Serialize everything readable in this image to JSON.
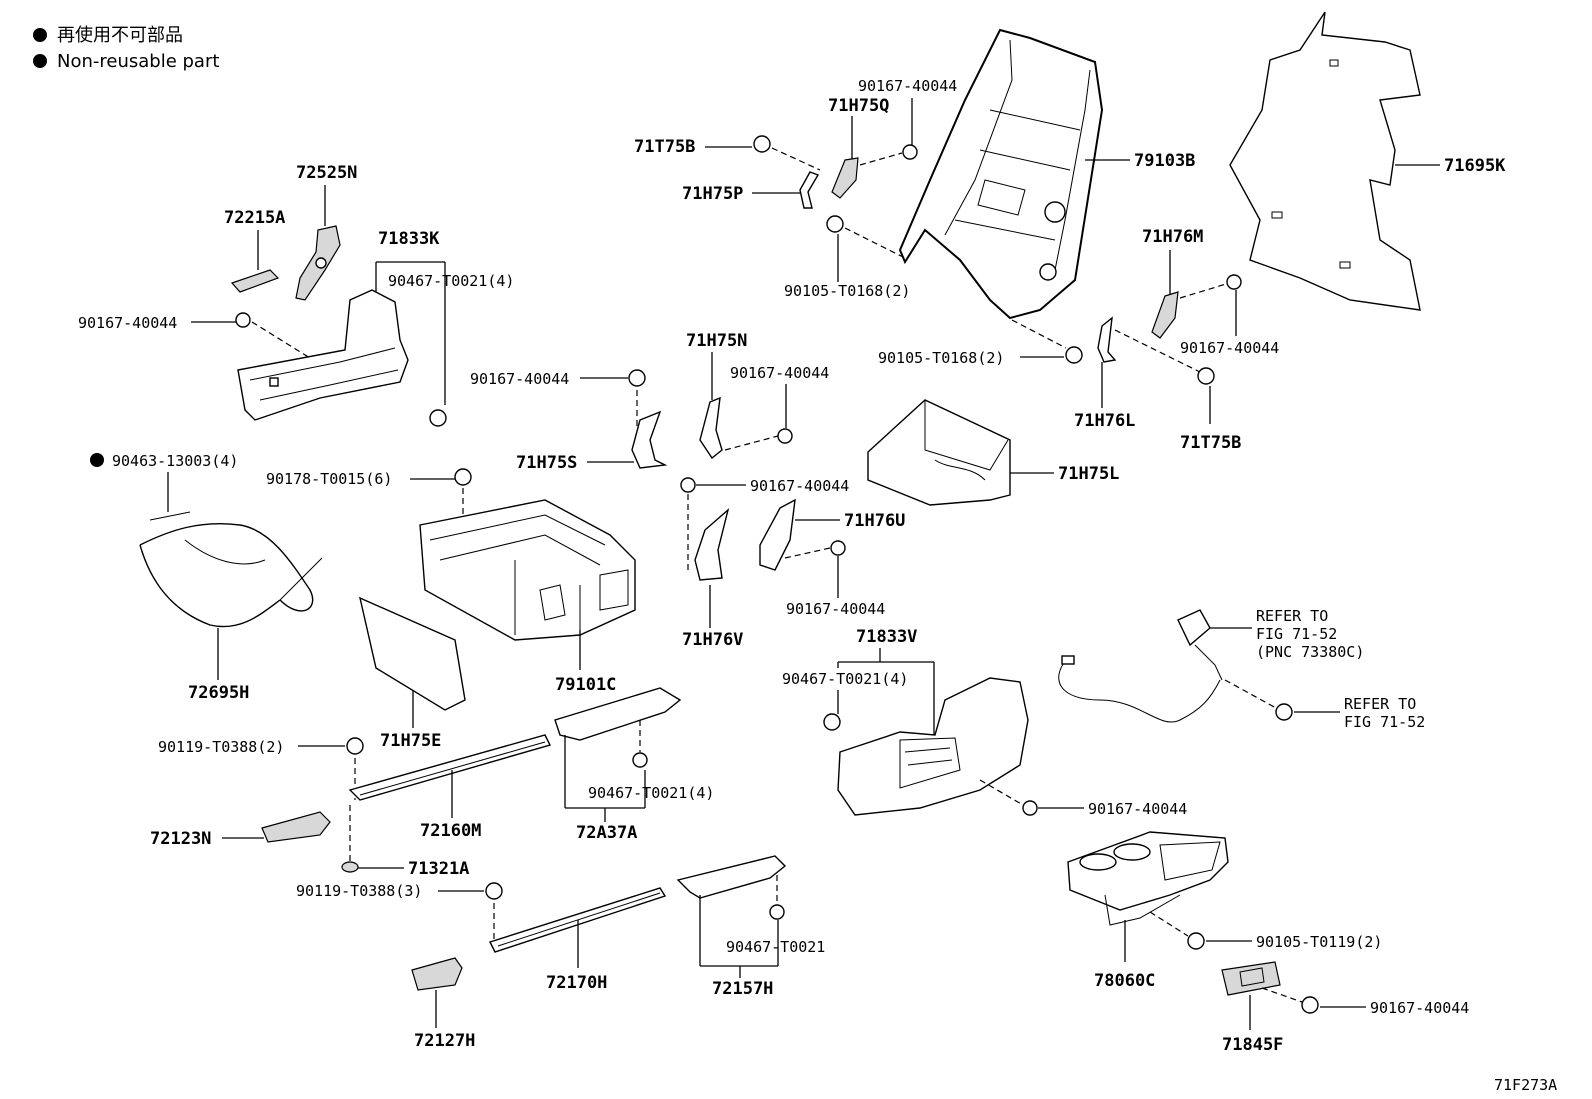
{
  "legend": {
    "jp": "再使用不可部品",
    "en": "Non-reusable part"
  },
  "figure_code": "71F273A",
  "labels": {
    "p72525N": "72525N",
    "p72215A": "72215A",
    "p71833K": "71833K",
    "p90467a": "90467-T0021(4)",
    "p90167a": "90167-40044",
    "p90463": "90463-13003(4)",
    "p90178": "90178-T0015(6)",
    "p72695H": "72695H",
    "p71H75E": "71H75E",
    "p90119a": "90119-T0388(2)",
    "p72160M": "72160M",
    "p72123N": "72123N",
    "p71321A": "71321A",
    "p90119b": "90119-T0388(3)",
    "p72170H": "72170H",
    "p72127H": "72127H",
    "p79101C": "79101C",
    "p72A37A": "72A37A",
    "p90467b": "90467-T0021(4)",
    "p72157H": "72157H",
    "p90467c": "90467-T0021",
    "p90167b": "90167-40044",
    "p71H75S": "71H75S",
    "p71H75N": "71H75N",
    "p90167c": "90167-40044",
    "p90167d": "90167-40044",
    "p71H76U": "71H76U",
    "p71H76V": "71H76V",
    "p90167e": "90167-40044",
    "p71T75Ba": "71T75B",
    "p71H75P": "71H75P",
    "p90167f": "90167-40044",
    "p71H75Q": "71H75Q",
    "p90105a": "90105-T0168(2)",
    "p79103B": "79103B",
    "p71695K": "71695K",
    "p71H76M": "71H76M",
    "p90167g": "90167-40044",
    "p90105b": "90105-T0168(2)",
    "p71H76L": "71H76L",
    "p71T75Bb": "71T75B",
    "p71H75L": "71H75L",
    "p71833V": "71833V",
    "p90467d": "90467-T0021(4)",
    "p90167h": "90167-40044",
    "refer1a": "REFER TO",
    "refer1b": "FIG 71-52",
    "refer1c": "(PNC 73380C)",
    "refer2a": "REFER TO",
    "refer2b": "FIG 71-52",
    "p78060C": "78060C",
    "p90105c": "90105-T0119(2)",
    "p90167i": "90167-40044",
    "p71845F": "71845F"
  }
}
